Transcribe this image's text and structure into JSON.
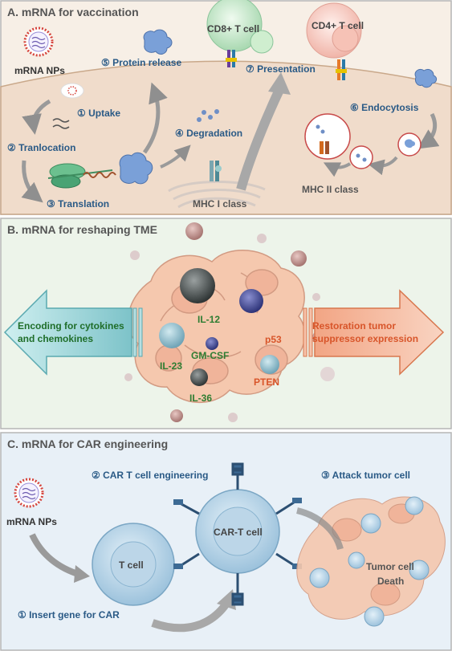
{
  "panel_a": {
    "title": "A. mRNA for vaccination",
    "mrna_nps": "mRNA NPs",
    "uptake": "① Uptake",
    "translocation": "② Tranlocation",
    "translation": "③ Translation",
    "degradation": "④ Degradation",
    "protein_release": "⑤ Protein release",
    "endocytosis": "⑥ Endocytosis",
    "presentation": "⑦ Presentation",
    "cd8": "CD8+ T cell",
    "cd4": "CD4+ T cell",
    "mhc1": "MHC I class",
    "mhc2": "MHC II class"
  },
  "panel_b": {
    "title": "B. mRNA for reshaping TME",
    "left_arrow_line1": "Encoding for cytokines",
    "left_arrow_line2": "and chemokines",
    "right_arrow_line1": "Restoration tumor",
    "right_arrow_line2": "suppressor expression",
    "il12": "IL-12",
    "il23": "IL-23",
    "gmcsf": "GM-CSF",
    "il36": "IL-36",
    "p53": "p53",
    "pten": "PTEN"
  },
  "panel_c": {
    "title": "C. mRNA for CAR engineering",
    "mrna_nps": "mRNA NPs",
    "car_engineering": "② CAR T cell engineering",
    "attack": "③ Attack tumor cell",
    "insert_gene": "① Insert gene for CAR",
    "t_cell": "T cell",
    "car_t": "CAR-T cell",
    "tumor_death_line1": "Tumor cell",
    "tumor_death_line2": "Death"
  },
  "colors": {
    "panel_a_bg": "#f7efe6",
    "panel_b_bg": "#edf4ea",
    "panel_c_bg": "#e8f0f7",
    "label_blue": "#2a5a86",
    "label_green": "#2e7d32",
    "label_orange": "#d8552a"
  }
}
